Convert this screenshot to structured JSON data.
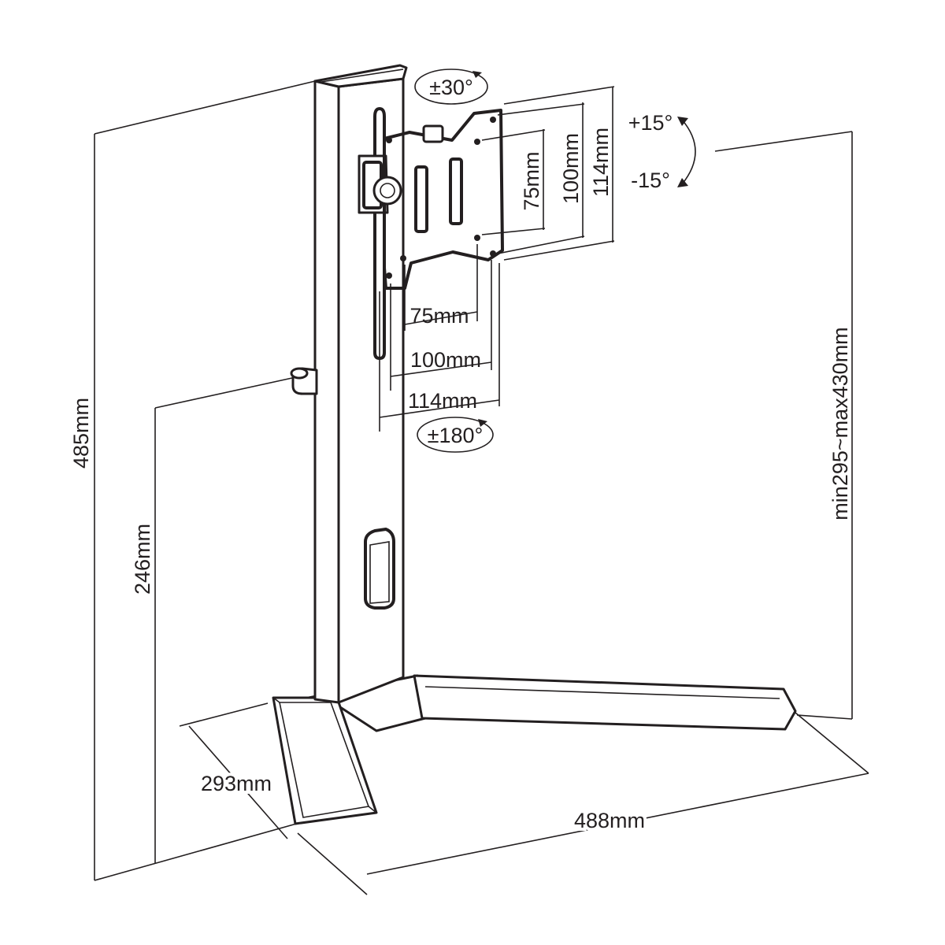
{
  "dimensions": {
    "total_height": "485mm",
    "base_to_clamp_height": "246mm",
    "adjustable_height": "min295~max430mm",
    "foot_depth": "293mm",
    "foot_width": "488mm",
    "vesa_h_75": "75mm",
    "vesa_h_100": "100mm",
    "vesa_h_114": "114mm",
    "vesa_v_75": "75mm",
    "vesa_v_100": "100mm",
    "vesa_v_114": "114mm"
  },
  "angles": {
    "swivel": "±30°",
    "rotation": "±180°",
    "tilt_up": "+15°",
    "tilt_down": "-15°"
  }
}
